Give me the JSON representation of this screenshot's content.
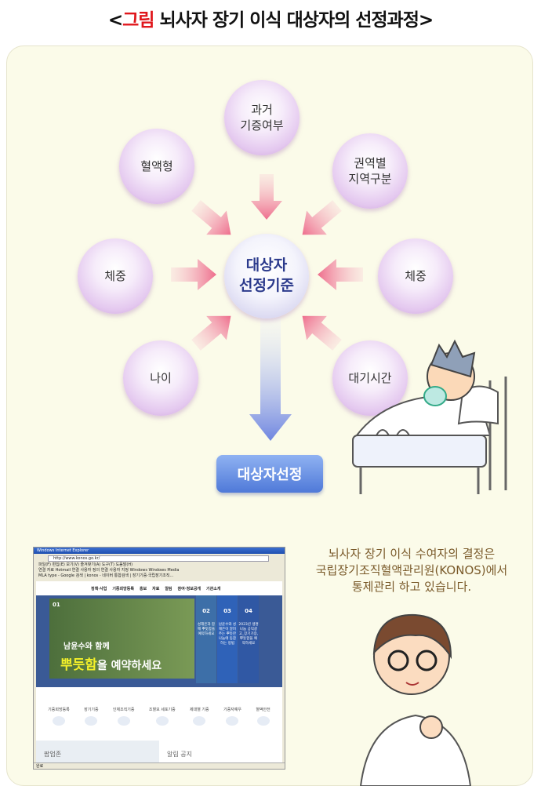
{
  "title": {
    "open": "<",
    "highlight": "그림",
    "text": " 뇌사자 장기 이식  대상자의 선정과정",
    "close": ">"
  },
  "diagram": {
    "criteria": [
      "과거\n기증여부",
      "혈액형",
      "권역별\n지역구분",
      "체중",
      "체중",
      "나이",
      "대기시간"
    ],
    "center": "대상자\n선정기준",
    "result_button": "대상자선정"
  },
  "note": "뇌사자 장기 이식 수여자의 결정은\n국립장기조직혈액관리원(KONOS)에서\n통제관리 하고 있습니다.",
  "browser": {
    "title": "Windows Internet Explorer",
    "address": "http://www.konos.go.kr/",
    "menu": "파일(F)  편집(E)  보기(V)  즐겨찾기(A)  도구(T)  도움말(H)",
    "favorites": "연결  자료 Hotmail  연결 사용자 정의  연결 사용자 지정  Windows  Windows Media",
    "tabs": "MLA type - Google 검색  |  konos - 네이버 통합검색  |  장기기증·국립장기조직...",
    "nav": [
      "정책·사업",
      "기증희망등록",
      "홍보",
      "자료",
      "알림",
      "참여·정보공개",
      "기관소개"
    ],
    "slide_num": "01",
    "slide_line1": "남윤수와 함께",
    "slide_strong": "뿌듯함",
    "slide_line2": "을 예약하세요",
    "columns": [
      {
        "num": "02",
        "text": "성해은과 함께 뿌듯함을 예약하세요"
      },
      {
        "num": "03",
        "text": "남윤수와 성해은이 알려주는 뿌듯한 나눔에 동참하는 방법"
      },
      {
        "num": "04",
        "text": "2023년 생명나눔 공익광고_장기기증, 뿌듯함을 예약하세요"
      }
    ],
    "icons": [
      "기증희망등록",
      "장기기증",
      "인체조직기증",
      "조혈모 세포기증",
      "제대혈 기증",
      "기증자예우",
      "혈액안전"
    ],
    "popup": "팝업존",
    "notice": "알림 공지",
    "status": "완료"
  }
}
